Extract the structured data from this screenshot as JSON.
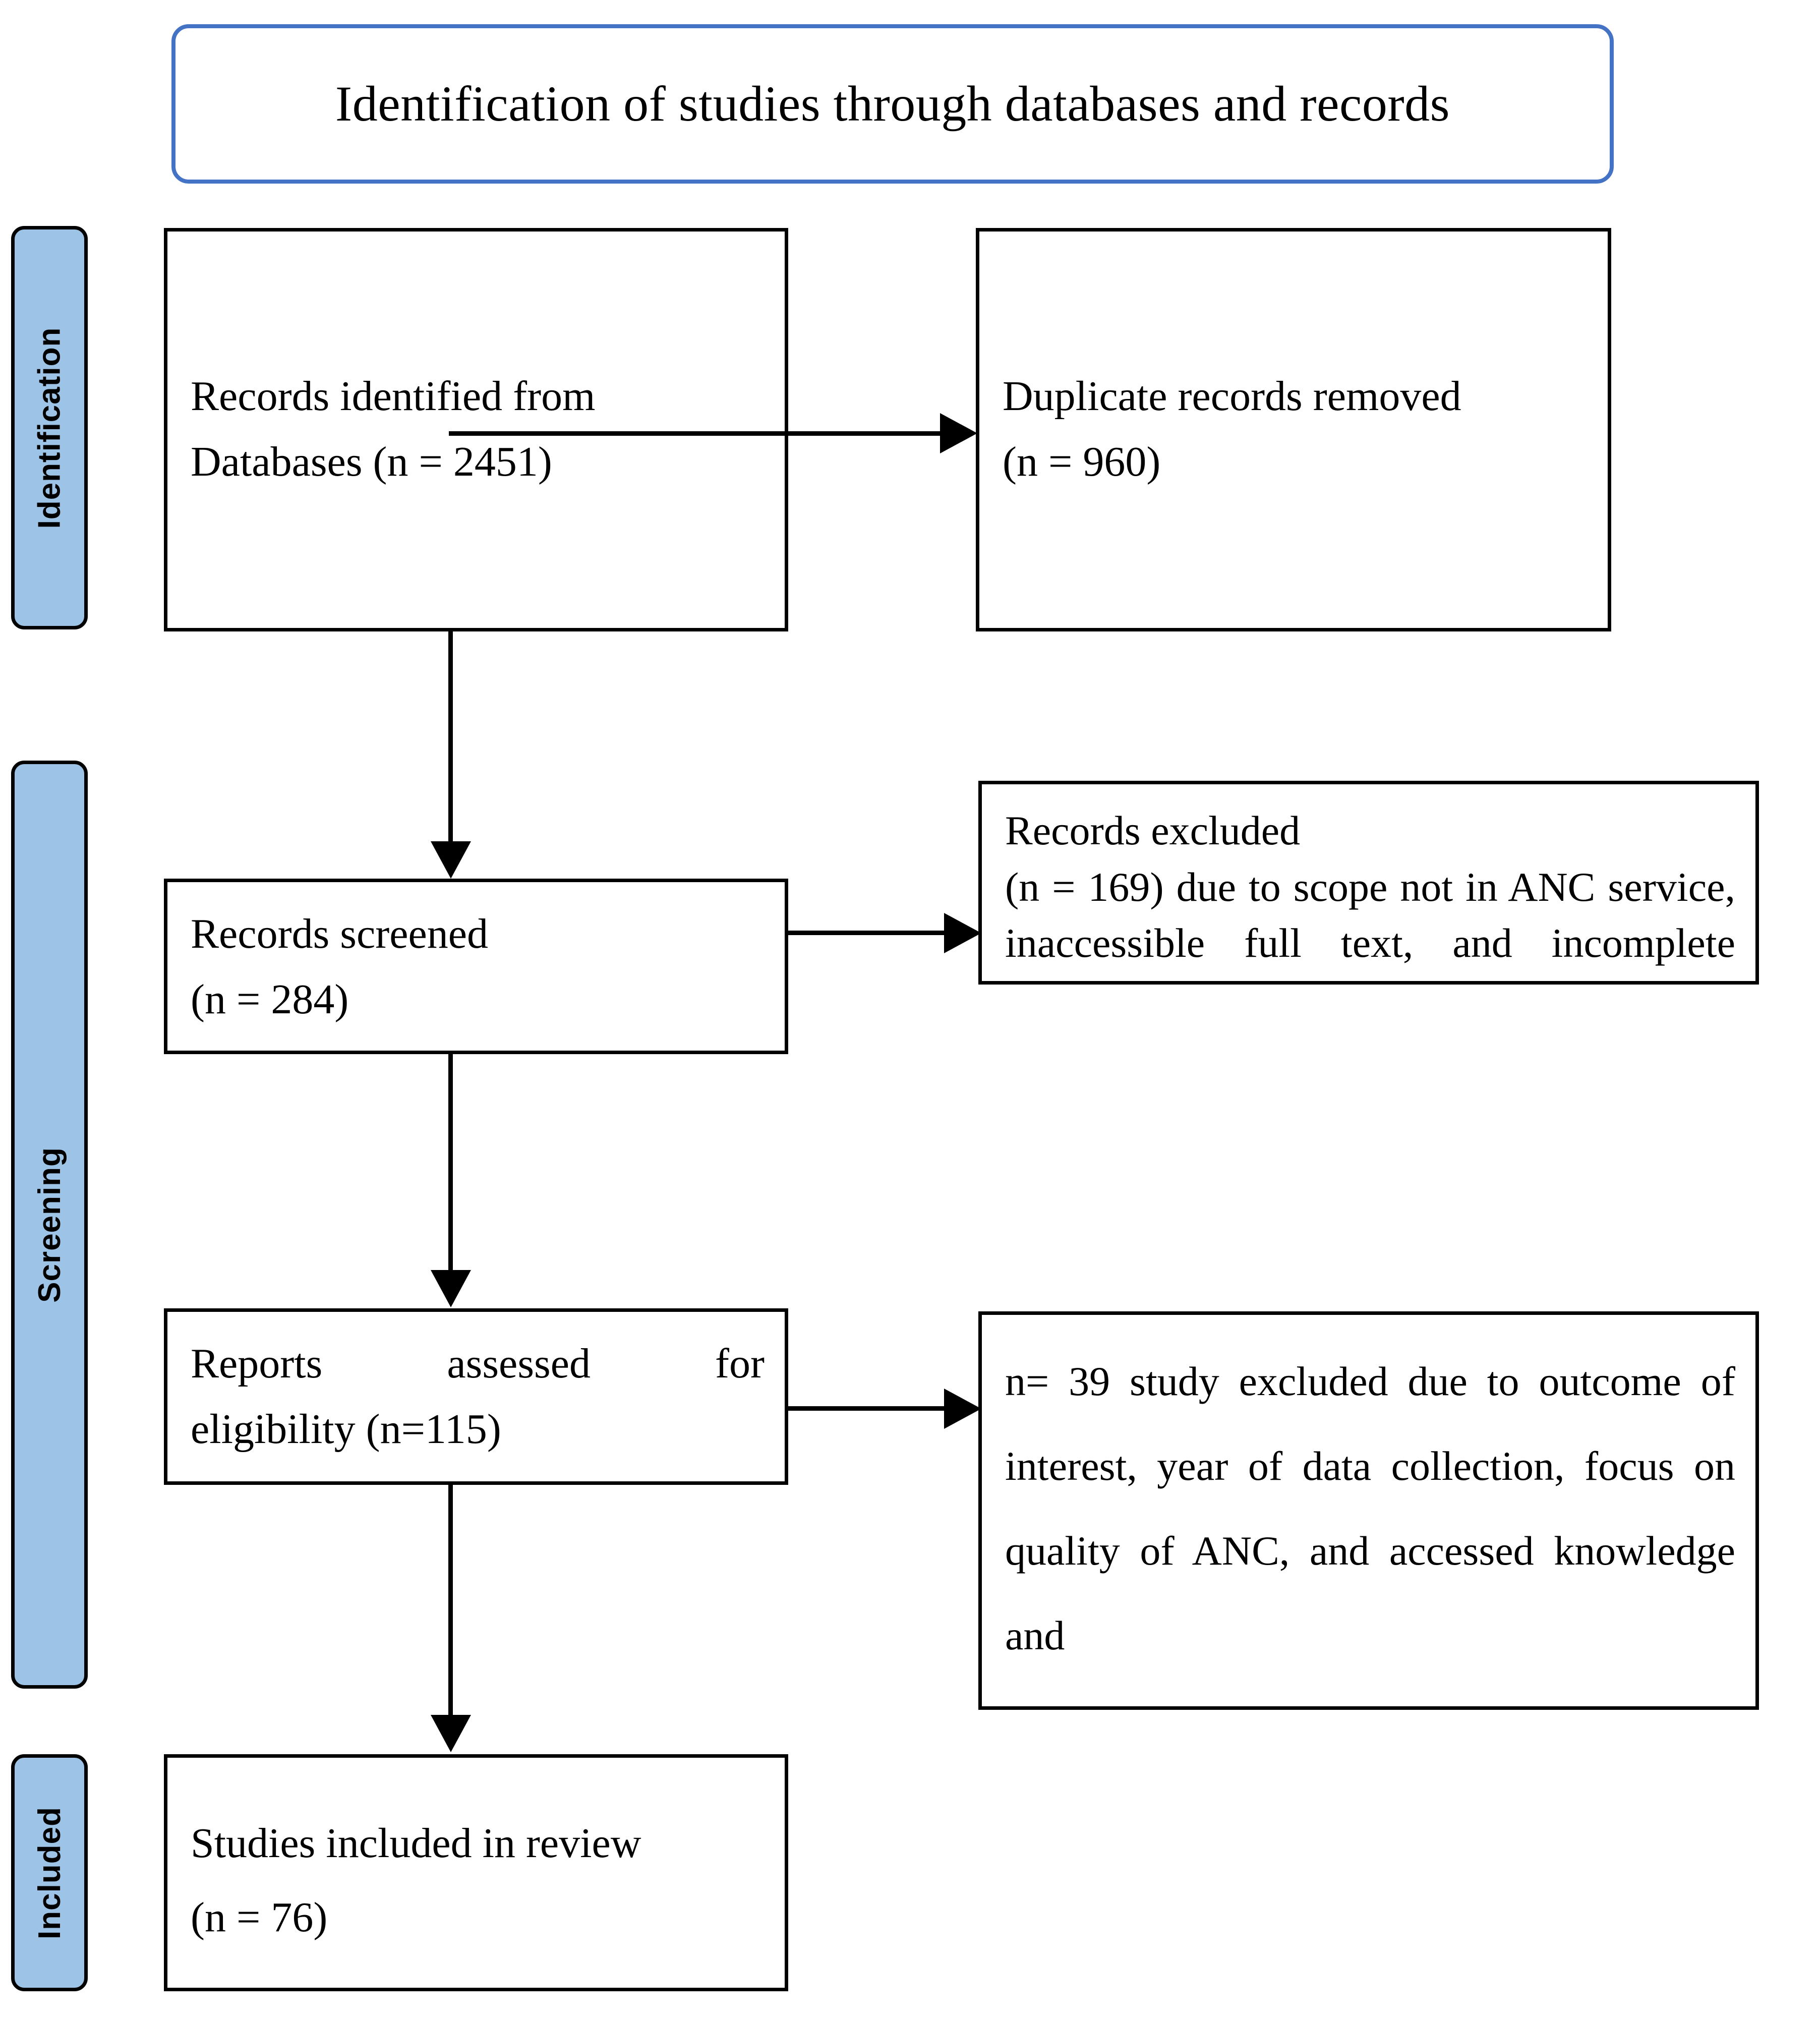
{
  "header": {
    "title": "Identification of studies through databases and records",
    "border_color": "#4472C4"
  },
  "stages": [
    {
      "id": "identification",
      "label": "Identification",
      "color": "#9DC3E6"
    },
    {
      "id": "screening",
      "label": "Screening",
      "color": "#9DC3E6"
    },
    {
      "id": "included",
      "label": "Included",
      "color": "#9DC3E6"
    }
  ],
  "boxes": {
    "identified": {
      "line1": "Records identified from",
      "line2": "Databases (n = 2451)"
    },
    "duplicates": {
      "line1": "Duplicate records removed",
      "line2": "(n = 960)"
    },
    "screened": {
      "line1": "Records screened",
      "line2": "(n = 284)"
    },
    "records_excluded": {
      "line1": "Records excluded",
      "line2": "(n = 169) due to scope not in ANC service, inaccessible full text, and incomplete reports"
    },
    "eligibility": {
      "line1": "Reports assessed for",
      "line2": "eligibility (n=115)"
    },
    "studies_excluded": {
      "line1": "n= 39 study excluded due to outcome of interest, year of data collection, focus on quality of ANC, and accessed knowledge and"
    },
    "included": {
      "line1": "Studies included in review",
      "line2": "(n = 76)"
    }
  },
  "chart_data": {
    "type": "diagram",
    "title": "Identification of studies through databases and records",
    "nodes": [
      {
        "id": "identified",
        "stage": "Identification",
        "label": "Records identified from Databases",
        "n": 2451
      },
      {
        "id": "duplicates",
        "stage": "Identification",
        "label": "Duplicate records removed",
        "n": 960
      },
      {
        "id": "screened",
        "stage": "Screening",
        "label": "Records screened",
        "n": 284
      },
      {
        "id": "records_excluded",
        "stage": "Screening",
        "label": "Records excluded due to scope not in ANC service, inaccessible full text, and incomplete reports",
        "n": 169
      },
      {
        "id": "eligibility",
        "stage": "Screening",
        "label": "Reports assessed for eligibility",
        "n": 115
      },
      {
        "id": "studies_excluded",
        "stage": "Screening",
        "label": "Study excluded due to outcome of interest, year of data collection, focus on quality of ANC, and accessed knowledge and",
        "n": 39
      },
      {
        "id": "included",
        "stage": "Included",
        "label": "Studies included in review",
        "n": 76
      }
    ],
    "edges": [
      {
        "from": "identified",
        "to": "duplicates",
        "direction": "right"
      },
      {
        "from": "identified",
        "to": "screened",
        "direction": "down"
      },
      {
        "from": "screened",
        "to": "records_excluded",
        "direction": "right"
      },
      {
        "from": "screened",
        "to": "eligibility",
        "direction": "down"
      },
      {
        "from": "eligibility",
        "to": "studies_excluded",
        "direction": "right"
      },
      {
        "from": "eligibility",
        "to": "included",
        "direction": "down"
      }
    ]
  }
}
